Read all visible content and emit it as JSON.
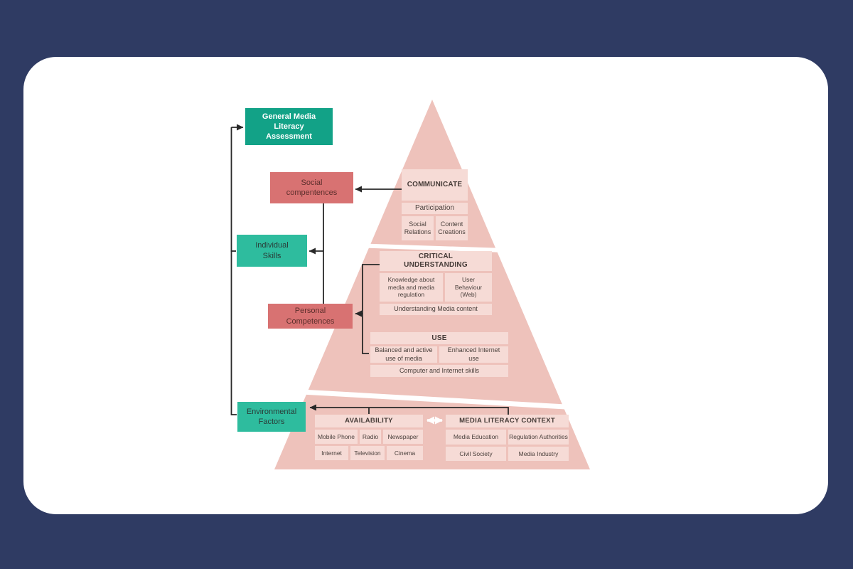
{
  "colors": {
    "background": "#2f3b63",
    "card": "#ffffff",
    "pyramid": "#eec2bb",
    "cell": "#f6dbd6",
    "green_dark": "#12a287",
    "green_light": "#2ebc9e",
    "red": "#d87272",
    "connector": "#282828",
    "double_arrow": "#ffffff"
  },
  "boxes": {
    "gmla": "General Media\nLiteracy\nAssessment",
    "social": "Social\ncompentences",
    "individual": "Individual\nSkills",
    "personal": "Personal\nCompetences",
    "environmental": "Environmental\nFactors"
  },
  "pyramid": {
    "communicate": {
      "title": "COMMUNICATE",
      "row1": "Participation",
      "cell1": "Social\nRelations",
      "cell2": "Content\nCreations"
    },
    "critical_understanding": {
      "title": "CRITICAL\nUNDERSTANDING",
      "cell1": "Knowledge about\nmedia and media\nregulation",
      "cell2": "User\nBehaviour\n(Web)",
      "footer": "Understanding Media content"
    },
    "use": {
      "title": "USE",
      "cell1": "Balanced and active\nuse of media",
      "cell2": "Enhanced Internet\nuse",
      "footer": "Computer and Internet skills"
    },
    "availability": {
      "title": "AVAILABILITY",
      "r1c1": "Mobile Phone",
      "r1c2": "Radio",
      "r1c3": "Newspaper",
      "r2c1": "Internet",
      "r2c2": "Television",
      "r2c3": "Cinema"
    },
    "media_literacy_context": {
      "title": "MEDIA LITERACY CONTEXT",
      "r1c1": "Media Education",
      "r1c2": "Regulation Authorities",
      "r2c1": "Civil Society",
      "r2c2": "Media Industry"
    }
  }
}
